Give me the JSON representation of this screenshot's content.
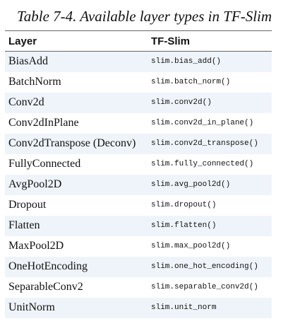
{
  "caption": "Table 7-4. Available layer types in TF-Slim",
  "table": {
    "headers": [
      "Layer",
      "TF-Slim"
    ],
    "rows": [
      [
        "BiasAdd",
        "slim.bias_add()"
      ],
      [
        "BatchNorm",
        "slim.batch_norm()"
      ],
      [
        "Conv2d",
        "slim.conv2d()"
      ],
      [
        "Conv2dInPlane",
        "slim.conv2d_in_plane()"
      ],
      [
        "Conv2dTranspose (Deconv)",
        "slim.conv2d_transpose()"
      ],
      [
        "FullyConnected",
        "slim.fully_connected()"
      ],
      [
        "AvgPool2D",
        "slim.avg_pool2d()"
      ],
      [
        "Dropout",
        "slim.dropout()"
      ],
      [
        "Flatten",
        "slim.flatten()"
      ],
      [
        "MaxPool2D",
        "slim.max_pool2d()"
      ],
      [
        "OneHotEncoding",
        "slim.one_hot_encoding()"
      ],
      [
        "SeparableConv2",
        "slim.separable_conv2d()"
      ],
      [
        "UnitNorm",
        "slim.unit_norm"
      ]
    ]
  },
  "colors": {
    "stripe": "#eef4fa",
    "text": "#111111",
    "rule": "#666666"
  }
}
